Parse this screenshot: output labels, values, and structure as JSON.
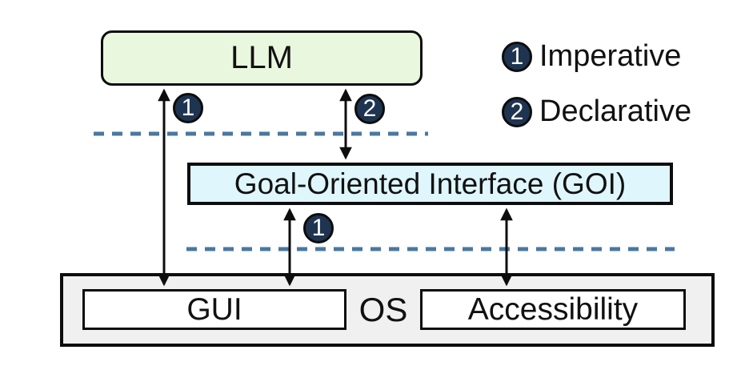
{
  "nodes": {
    "llm": "LLM",
    "goi": "Goal-Oriented Interface (GOI)",
    "os": "OS",
    "gui": "GUI",
    "accessibility": "Accessibility"
  },
  "badges": {
    "llm_gui": "1",
    "llm_goi": "2",
    "goi_gui": "1"
  },
  "legend": {
    "items": [
      {
        "symbol": "1",
        "label": "Imperative"
      },
      {
        "symbol": "2",
        "label": "Declarative"
      }
    ]
  },
  "colors": {
    "llm_fill": "#e9f7df",
    "goi_fill": "#dff6fd",
    "os_fill": "#f0f0f0",
    "inner_fill": "#ffffff",
    "badge_fill": "#1e3450",
    "dash_color": "#4a78a0",
    "border_color": "#0d0d0d"
  }
}
